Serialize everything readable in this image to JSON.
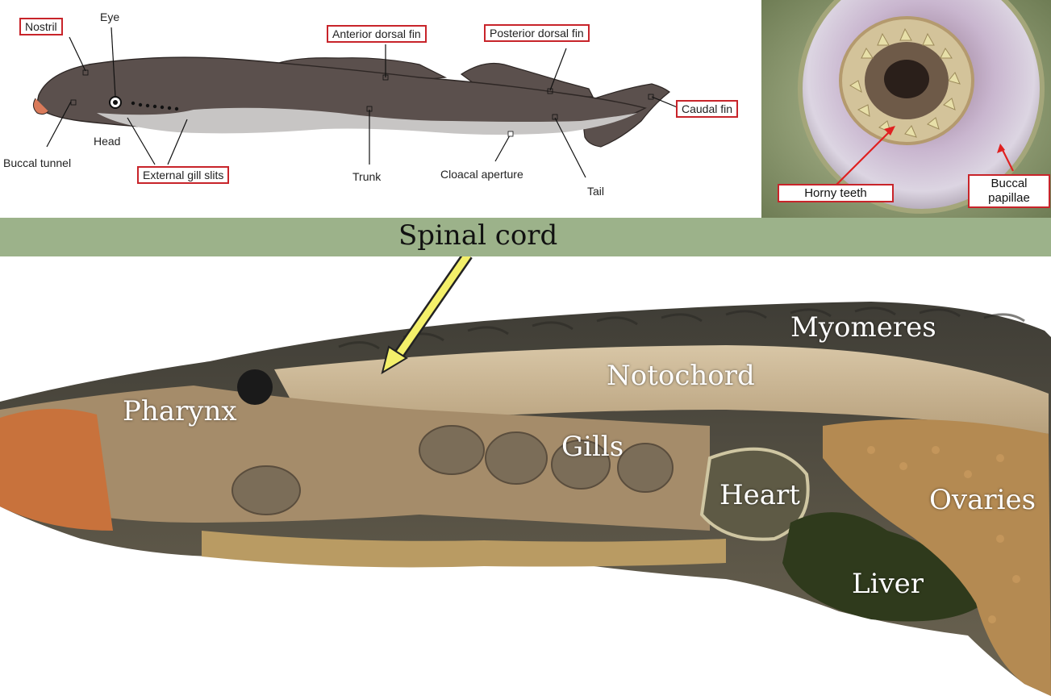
{
  "diagram": {
    "labels": {
      "nostril": "Nostril",
      "eye": "Eye",
      "anterior_dorsal_fin": "Anterior dorsal fin",
      "posterior_dorsal_fin": "Posterior dorsal fin",
      "caudal_fin": "Caudal fin",
      "head": "Head",
      "buccal_tunnel": "Buccal tunnel",
      "external_gill_slits": "External gill slits",
      "trunk": "Trunk",
      "cloacal_aperture": "Cloacal aperture",
      "tail": "Tail"
    }
  },
  "mouth_photo": {
    "labels": {
      "horny_teeth": "Horny teeth",
      "buccal_papillae": "Buccal papillae"
    }
  },
  "dissection": {
    "labels": {
      "spinal_cord": "Spinal cord",
      "myomeres": "Myomeres",
      "notochord": "Notochord",
      "pharynx": "Pharynx",
      "gills": "Gills",
      "heart": "Heart",
      "ovaries": "Ovaries",
      "liver": "Liver"
    }
  },
  "colors": {
    "label_box_border": "#c8242a",
    "band_green": "#9cb28a",
    "arrow_yellow": "#f4f06a"
  }
}
